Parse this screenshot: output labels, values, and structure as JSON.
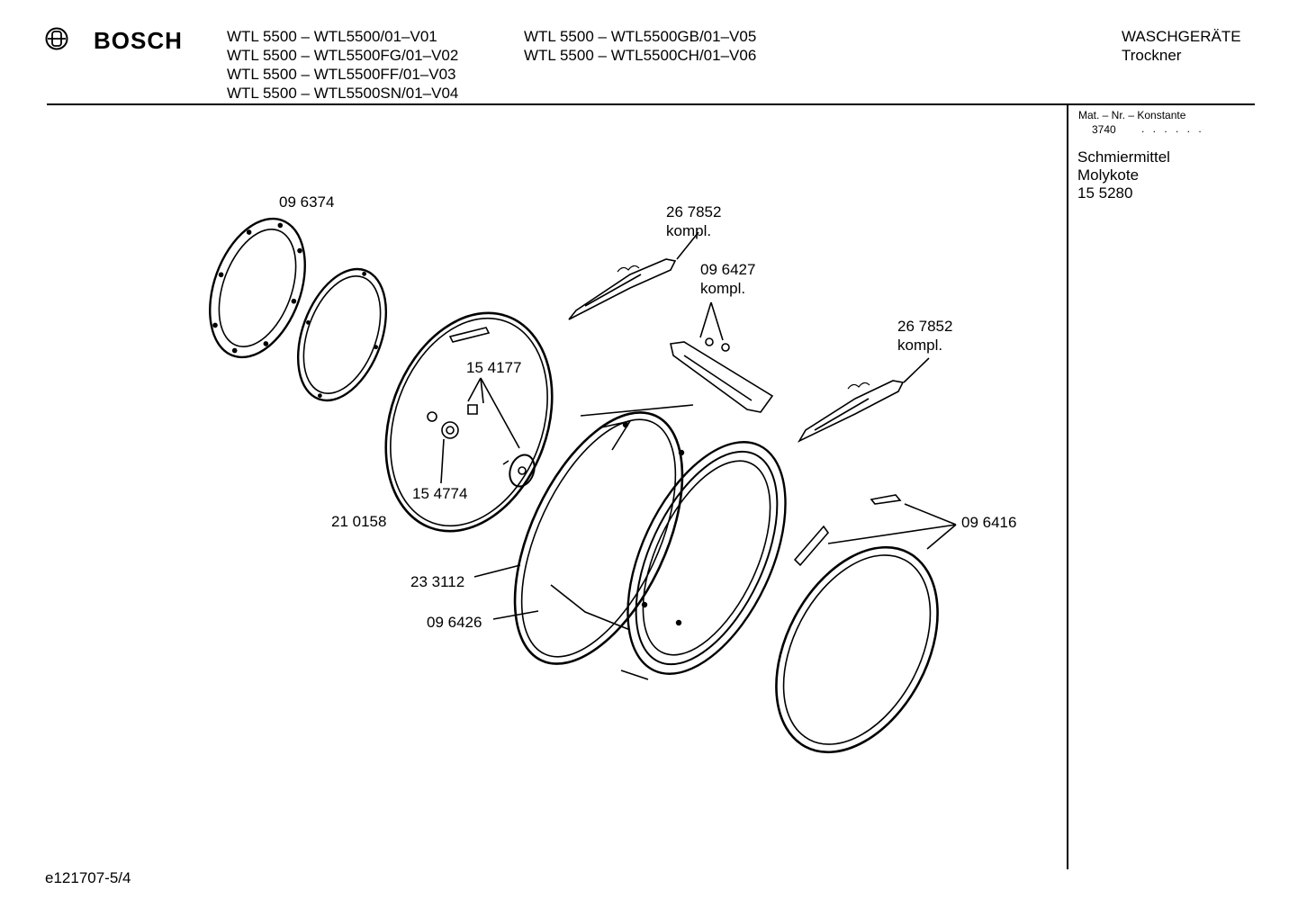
{
  "header": {
    "brand": "BOSCH",
    "models_col1": [
      "WTL 5500 – WTL5500/01–V01",
      "WTL 5500 – WTL5500FG/01–V02",
      "WTL 5500 – WTL5500FF/01–V03",
      "WTL 5500 – WTL5500SN/01–V04"
    ],
    "models_col2": [
      "WTL 5500 – WTL5500GB/01–V05",
      "WTL 5500 – WTL5500CH/01–V06"
    ],
    "category": "WASCHGERÄTE",
    "subcategory": "Trockner"
  },
  "sidebar": {
    "mat_label": "Mat. – Nr. – Konstante",
    "mat_value": "3740",
    "mat_dots": ". . . . . .",
    "notes": [
      "Schmiermittel",
      "Molykote",
      "15 5280"
    ]
  },
  "parts": {
    "p096374": "09 6374",
    "p267852a_num": "26 7852",
    "p267852a_sub": "kompl.",
    "p096427_num": "09 6427",
    "p096427_sub": "kompl.",
    "p267852b_num": "26 7852",
    "p267852b_sub": "kompl.",
    "p154177": "15 4177",
    "p154774": "15 4774",
    "p210158": "21 0158",
    "p096416": "09 6416",
    "p233112": "23 3112",
    "p096426": "09 6426"
  },
  "footer": {
    "code": "e121707-5/4"
  }
}
